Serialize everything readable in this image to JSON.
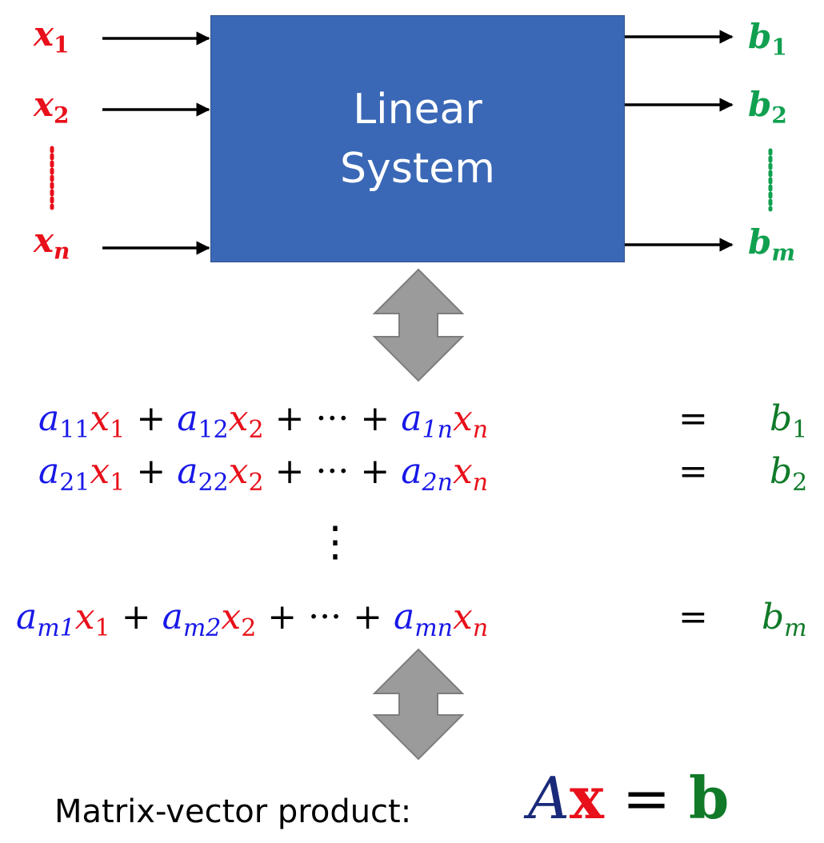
{
  "system": {
    "line1": "Linear",
    "line2": "System"
  },
  "inputs": [
    {
      "sym": "x",
      "sub": "1"
    },
    {
      "sym": "x",
      "sub": "2"
    },
    {
      "sym": "x",
      "sub": "n"
    }
  ],
  "outputs": [
    {
      "sym": "b",
      "sub": "1"
    },
    {
      "sym": "b",
      "sub": "2"
    },
    {
      "sym": "b",
      "sub": "m"
    }
  ],
  "equations": {
    "row1": {
      "c1": "a",
      "c1s": "11",
      "x1": "x",
      "x1s": "1",
      "p1": "+",
      "c2": "a",
      "c2s": "12",
      "x2": "x",
      "x2s": "2",
      "p2": "+",
      "dots": "···",
      "p3": "+",
      "c3": "a",
      "c3s": "1n",
      "x3": "x",
      "x3s": "n",
      "eq": "=",
      "b": "b",
      "bs": "1"
    },
    "row2": {
      "c1": "a",
      "c1s": "21",
      "x1": "x",
      "x1s": "1",
      "p1": "+",
      "c2": "a",
      "c2s": "22",
      "x2": "x",
      "x2s": "2",
      "p2": "+",
      "dots": "···",
      "p3": "+",
      "c3": "a",
      "c3s": "2n",
      "x3": "x",
      "x3s": "n",
      "eq": "=",
      "b": "b",
      "bs": "2"
    },
    "vdots": "⋮",
    "row3": {
      "c1": "a",
      "c1s": "m1",
      "x1": "x",
      "x1s": "1",
      "p1": "+",
      "c2": "a",
      "c2s": "m2",
      "x2": "x",
      "x2s": "2",
      "p2": "+",
      "dots": "···",
      "p3": "+",
      "c3": "a",
      "c3s": "mn",
      "x3": "x",
      "x3s": "n",
      "eq": "=",
      "b": "b",
      "bs": "m"
    }
  },
  "footer": {
    "label": "Matrix-vector product:",
    "A": "A",
    "x": "x",
    "eq": "=",
    "b": "b"
  },
  "colors": {
    "box": "#3a68b6",
    "input": "#e8101a",
    "output": "#10a050",
    "coefficient": "#1818e8",
    "rhs": "#107a28",
    "arrow": "#999999"
  }
}
